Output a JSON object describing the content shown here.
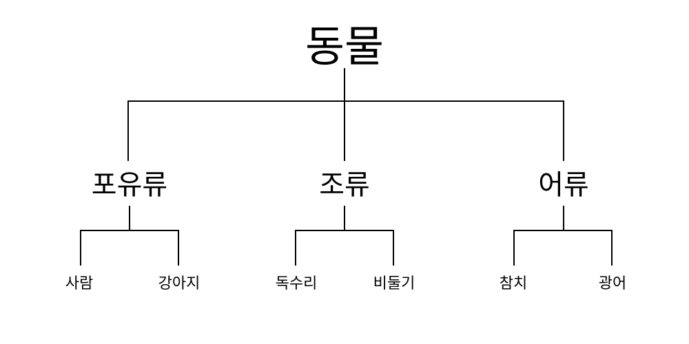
{
  "root": {
    "label": "동물",
    "categories": [
      {
        "label": "포유류",
        "children": [
          "사람",
          "강아지"
        ]
      },
      {
        "label": "조류",
        "children": [
          "독수리",
          "비둘기"
        ]
      },
      {
        "label": "어류",
        "children": [
          "참치",
          "광어"
        ]
      }
    ]
  }
}
